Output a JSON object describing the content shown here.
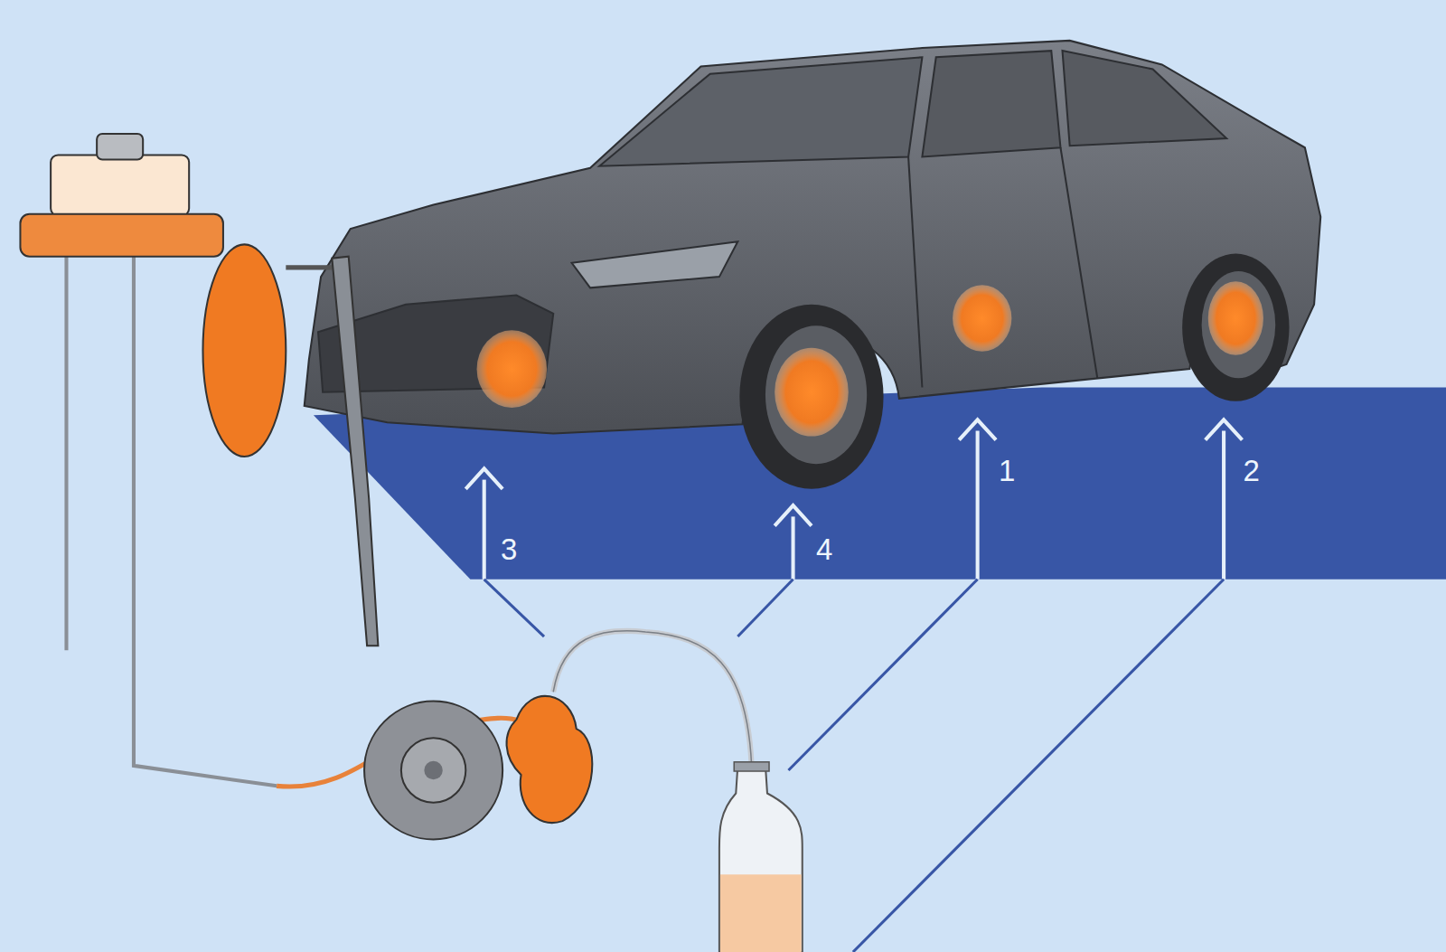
{
  "diagram": {
    "labels": [
      "3",
      "4",
      "1",
      "2"
    ]
  }
}
